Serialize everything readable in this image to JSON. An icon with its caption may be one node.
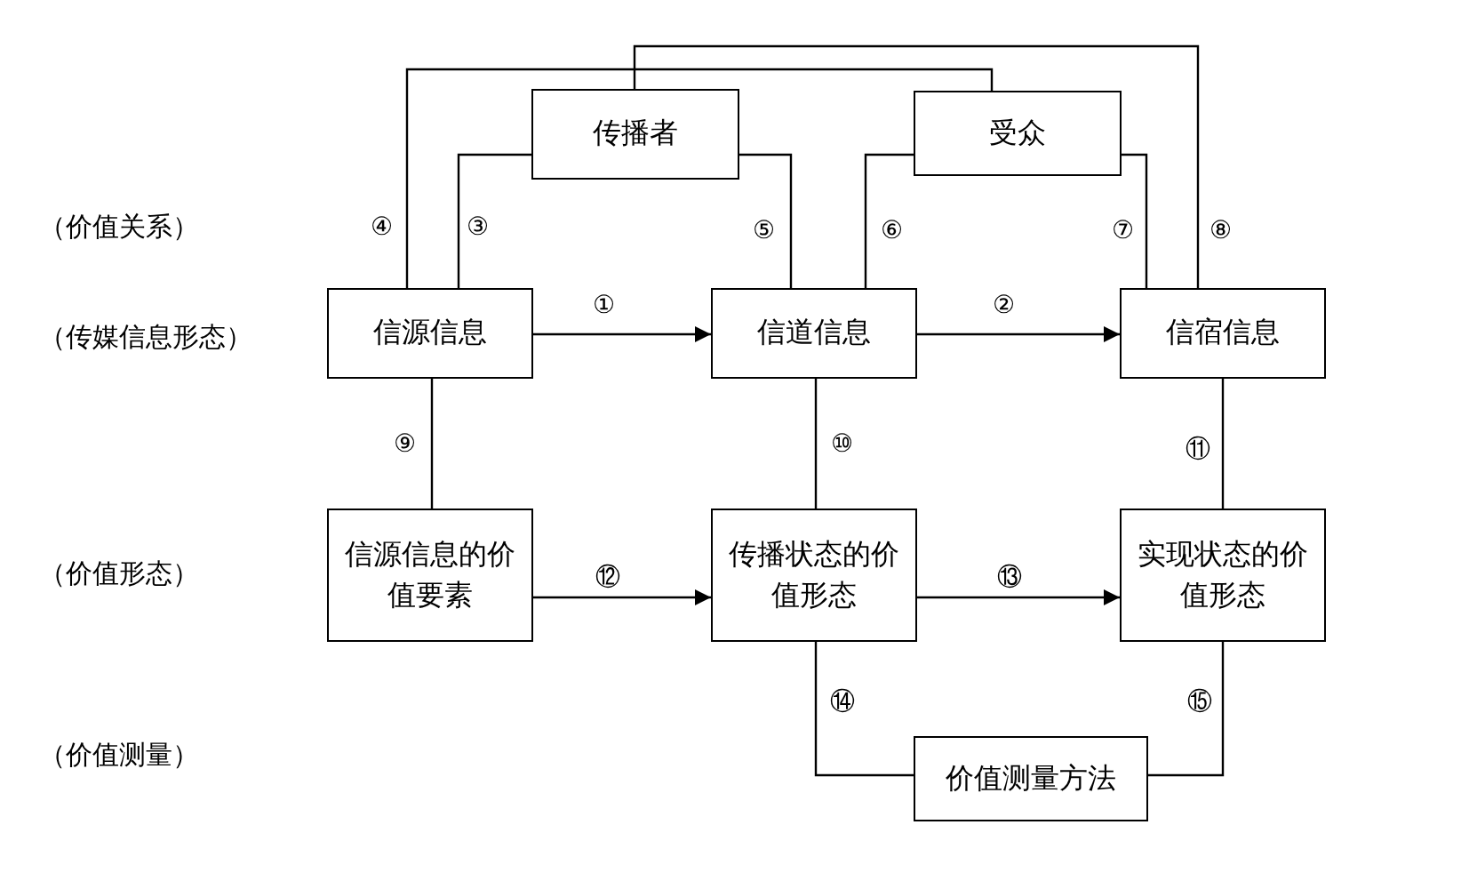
{
  "diagram": {
    "nodes": [
      {
        "text": [
          "传播者"
        ]
      },
      {
        "text": [
          "受众"
        ]
      },
      {
        "text": [
          "信源信息"
        ]
      },
      {
        "text": [
          "信道信息"
        ]
      },
      {
        "text": [
          "信宿信息"
        ]
      },
      {
        "text": [
          "信源信息的价值要素"
        ]
      },
      {
        "text": [
          "传播状态的价值形态"
        ]
      },
      {
        "text": [
          "实现状态的价值形态"
        ]
      },
      {
        "text": [
          "价值测量方法"
        ]
      }
    ],
    "edges": [
      {
        "from": 2,
        "to": 3,
        "arrow": "to",
        "label": "①"
      },
      {
        "from": 3,
        "to": 4,
        "arrow": "to",
        "label": "②"
      },
      {
        "from": 0,
        "to": 2,
        "arrow": "none",
        "label": "③"
      },
      {
        "from": 1,
        "to": 2,
        "arrow": "none",
        "label": "④"
      },
      {
        "from": 0,
        "to": 3,
        "arrow": "none",
        "label": "⑤"
      },
      {
        "from": 1,
        "to": 3,
        "arrow": "none",
        "label": "⑥"
      },
      {
        "from": 1,
        "to": 4,
        "arrow": "none",
        "label": "⑦"
      },
      {
        "from": 0,
        "to": 4,
        "arrow": "none",
        "label": "⑧"
      },
      {
        "from": 2,
        "to": 5,
        "arrow": "none",
        "label": "⑨"
      },
      {
        "from": 3,
        "to": 6,
        "arrow": "none",
        "label": "⑩"
      },
      {
        "from": 4,
        "to": 7,
        "arrow": "none",
        "label": "⑪"
      },
      {
        "from": 5,
        "to": 6,
        "arrow": "to",
        "label": "⑫"
      },
      {
        "from": 6,
        "to": 7,
        "arrow": "to",
        "label": "⑬"
      },
      {
        "from": 6,
        "to": 8,
        "arrow": "none",
        "label": "⑭"
      },
      {
        "from": 7,
        "to": 8,
        "arrow": "none",
        "label": "⑮"
      }
    ],
    "labels": [
      "（价值关系）",
      "（传媒信息形态）",
      "（价值形态）",
      "（价值测量）"
    ]
  }
}
